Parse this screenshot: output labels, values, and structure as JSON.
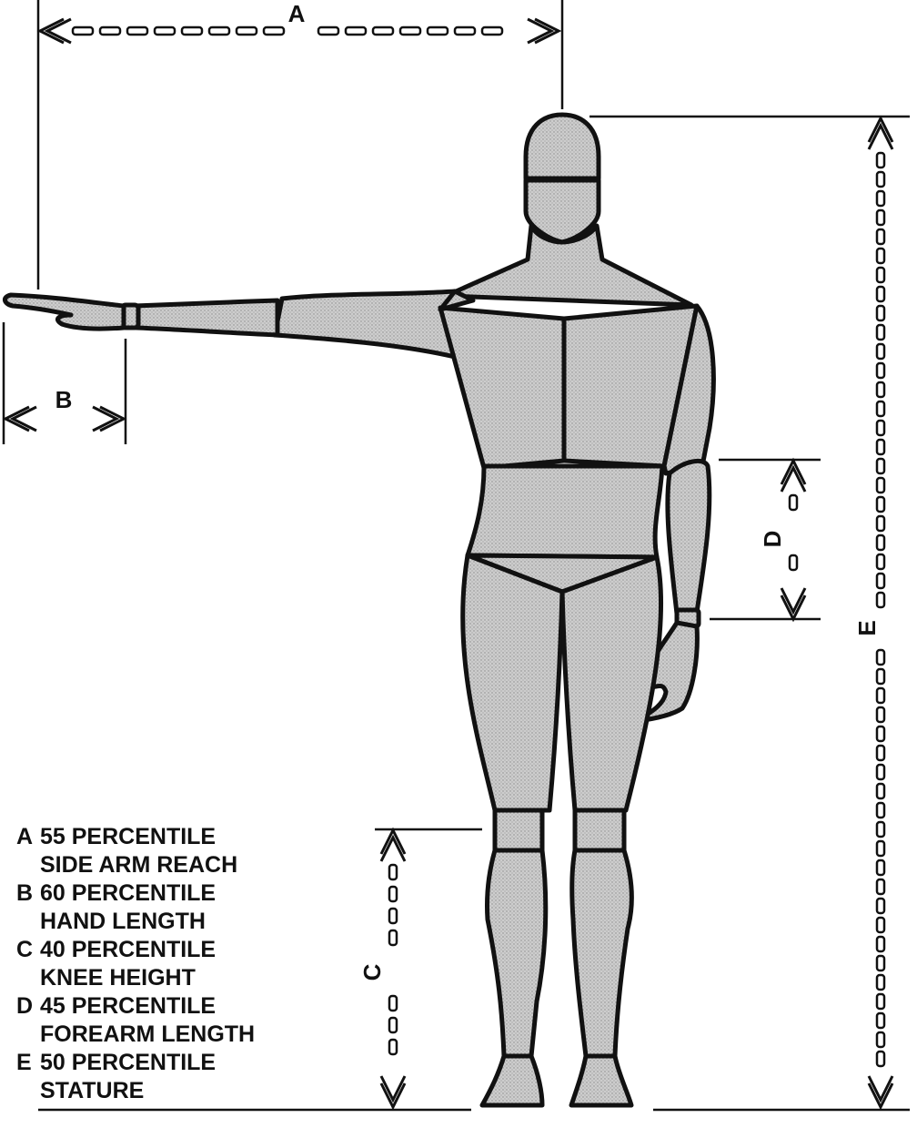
{
  "dimension_labels": {
    "a": "A",
    "b": "B",
    "c": "C",
    "d": "D",
    "e": "E"
  },
  "legend": [
    {
      "letter": "A",
      "percentile": "55 PERCENTILE",
      "measure": "SIDE ARM REACH"
    },
    {
      "letter": "B",
      "percentile": "60 PERCENTILE",
      "measure": "HAND LENGTH"
    },
    {
      "letter": "C",
      "percentile": "40 PERCENTILE",
      "measure": "KNEE HEIGHT"
    },
    {
      "letter": "D",
      "percentile": "45 PERCENTILE",
      "measure": "FOREARM LENGTH"
    },
    {
      "letter": "E",
      "percentile": "50 PERCENTILE",
      "measure": "STATURE"
    }
  ]
}
